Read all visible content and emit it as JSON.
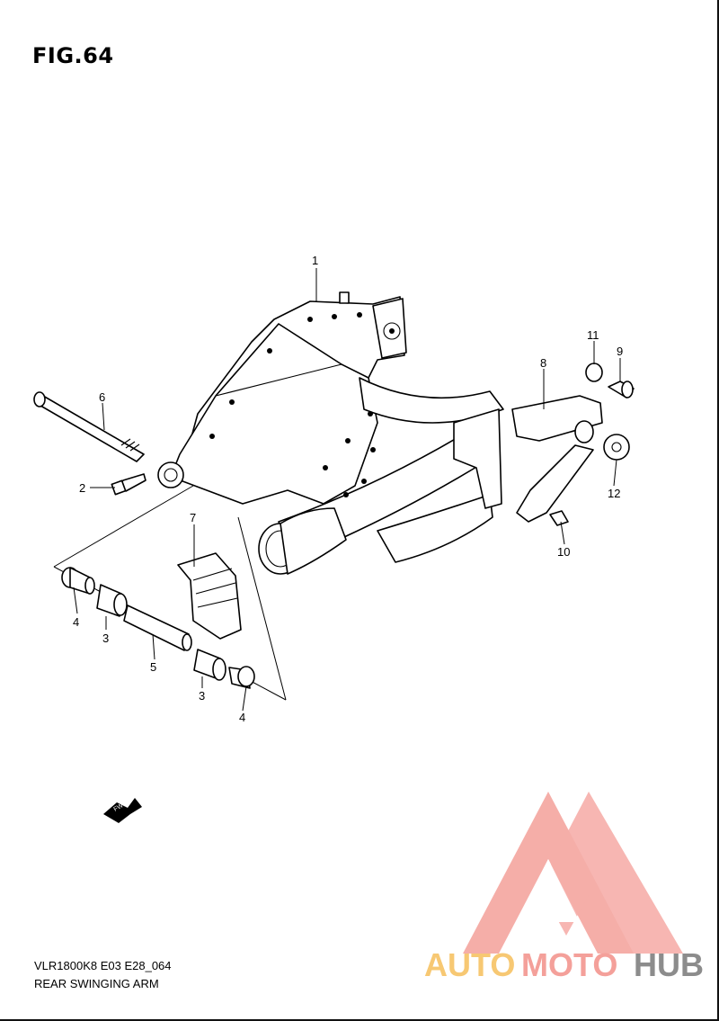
{
  "figure": {
    "title": "FIG.64"
  },
  "footer": {
    "model_code": "VLR1800K8 E03 E28_064",
    "section_name": "REAR SWINGING ARM"
  },
  "callouts": [
    {
      "id": "c1",
      "label": "1"
    },
    {
      "id": "c2",
      "label": "2"
    },
    {
      "id": "c3a",
      "label": "3"
    },
    {
      "id": "c3b",
      "label": "3"
    },
    {
      "id": "c4a",
      "label": "4"
    },
    {
      "id": "c4b",
      "label": "4"
    },
    {
      "id": "c5",
      "label": "5"
    },
    {
      "id": "c6",
      "label": "6"
    },
    {
      "id": "c7",
      "label": "7"
    },
    {
      "id": "c8",
      "label": "8"
    },
    {
      "id": "c9",
      "label": "9"
    },
    {
      "id": "c10",
      "label": "10"
    },
    {
      "id": "c11",
      "label": "11"
    },
    {
      "id": "c12",
      "label": "12"
    }
  ],
  "direction_badge": {
    "label": "FWD"
  },
  "watermark": {
    "parts": [
      {
        "text": "AUTO",
        "color": "#f7c873"
      },
      {
        "text": "MOTO",
        "color": "#f4a09a"
      },
      {
        "text": "HUB",
        "color": "#8c8c8c"
      }
    ],
    "logo_color": "#f4a09a"
  }
}
